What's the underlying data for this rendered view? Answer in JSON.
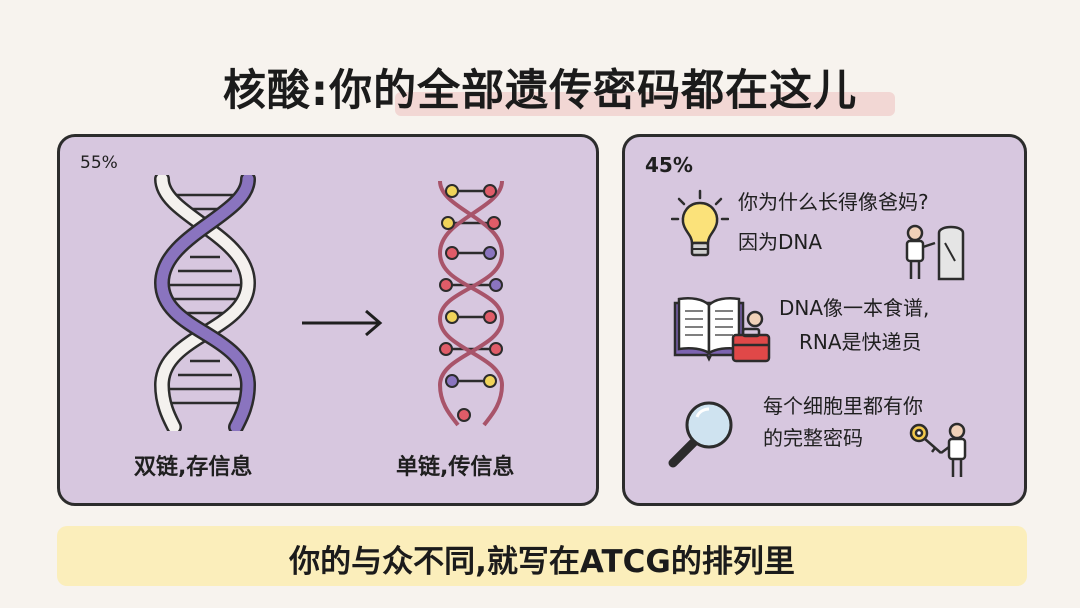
{
  "title": "核酸:你的全部遗传密码都在这儿",
  "left_panel": {
    "percent": "55%",
    "dna_caption": "双链,存信息",
    "rna_caption": "单链,传信息"
  },
  "right_panel": {
    "percent": "45%",
    "items": [
      {
        "icon": "lightbulb-icon",
        "line1": "你为什么长得像爸妈?",
        "line2": "因为DNA"
      },
      {
        "icon": "recipe-book-icon",
        "line1": "DNA像一本食谱,",
        "line2": "RNA是快递员"
      },
      {
        "icon": "magnifier-icon",
        "line1": "每个细胞里都有你",
        "line2": "的完整密码"
      }
    ]
  },
  "bottom_banner": "你的与众不同,就写在ATCG的排列里",
  "colors": {
    "panel_bg": "#d7c7df",
    "helix_purple": "#8a74bf",
    "rna_strand": "#a8546a",
    "bottom_bg": "#fbeebb"
  }
}
